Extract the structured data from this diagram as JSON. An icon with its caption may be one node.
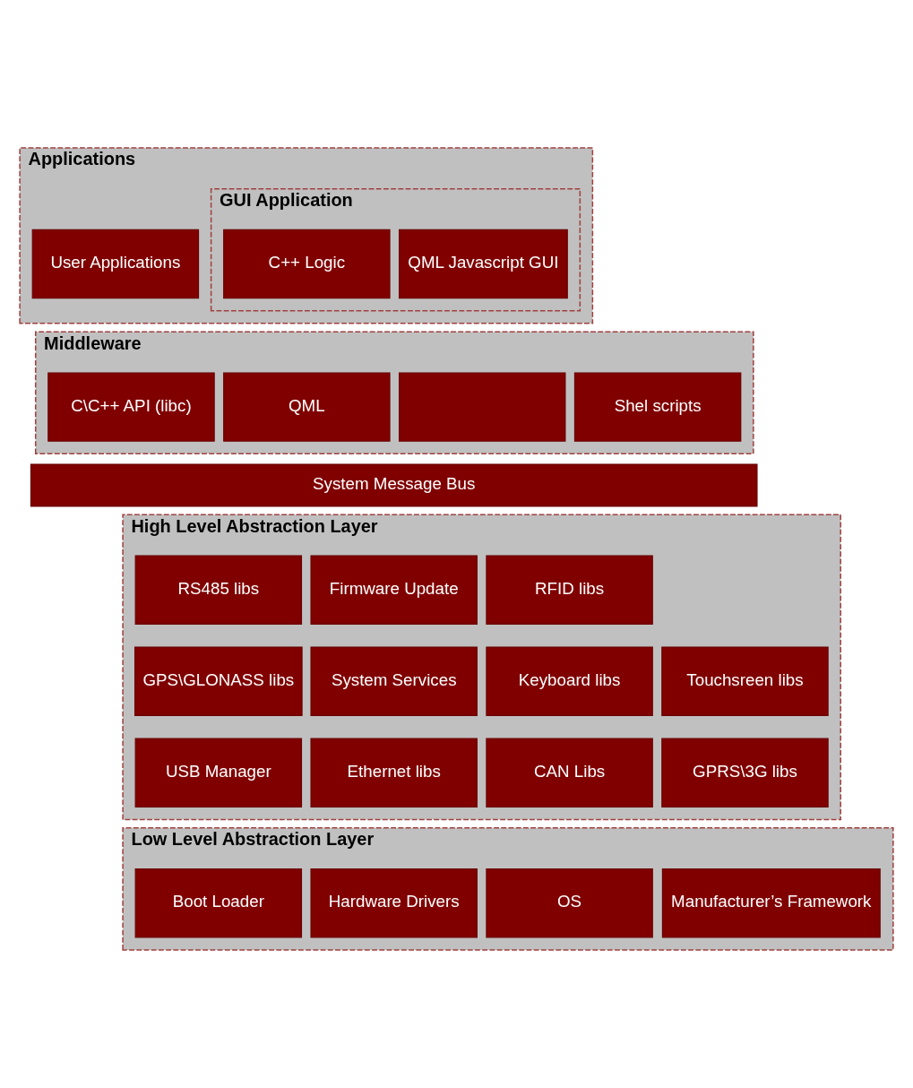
{
  "diagram": {
    "nodes": [
      {
        "text": [
          "Applications"
        ]
      },
      {
        "text": [
          "GUI Application"
        ],
        "in": 0
      },
      {
        "text": [
          "C++ Logic"
        ],
        "in": 1
      },
      {
        "text": [
          "QML Javascript GUI"
        ],
        "in": 1
      },
      {
        "text": [
          "User Applications"
        ],
        "in": 0
      },
      {
        "text": [
          "Middleware"
        ]
      },
      {
        "text": [
          "QML"
        ],
        "in": 5
      },
      {
        "text": [],
        "shape": "box",
        "in": 5
      },
      {
        "text": [
          "C\\C++ API (libc)"
        ],
        "in": 5
      },
      {
        "text": [
          "Shel scripts"
        ],
        "in": 5
      },
      {
        "text": [
          "System Message Bus"
        ]
      },
      {
        "text": [
          "High Level Abstraction Layer"
        ]
      },
      {
        "text": [
          "RS485 libs"
        ],
        "in": 11
      },
      {
        "text": [
          "Firmware Update"
        ],
        "in": 11
      },
      {
        "text": [
          "RFID libs"
        ],
        "in": 11
      },
      {
        "text": [
          "GPS\\GLONASS libs"
        ],
        "in": 11
      },
      {
        "text": [
          "System Services"
        ],
        "in": 11
      },
      {
        "text": [
          "Keyboard libs"
        ],
        "in": 11
      },
      {
        "text": [
          "Touchsreen libs"
        ],
        "in": 11
      },
      {
        "text": [
          "USB Manager"
        ],
        "in": 11
      },
      {
        "text": [
          "Ethernet libs"
        ],
        "in": 11
      },
      {
        "text": [
          "CAN Libs"
        ],
        "in": 11
      },
      {
        "text": [
          "GPRS\\3G libs"
        ],
        "in": 11
      },
      {
        "text": [
          "Low Level Abstraction Layer"
        ]
      },
      {
        "text": [
          "Boot Loader"
        ],
        "in": 23
      },
      {
        "text": [
          "Hardware Drivers"
        ],
        "in": 23
      },
      {
        "text": [
          "OS"
        ],
        "in": 23
      },
      {
        "text": [
          "Manufacturer’s Framework"
        ],
        "in": 23
      }
    ]
  }
}
